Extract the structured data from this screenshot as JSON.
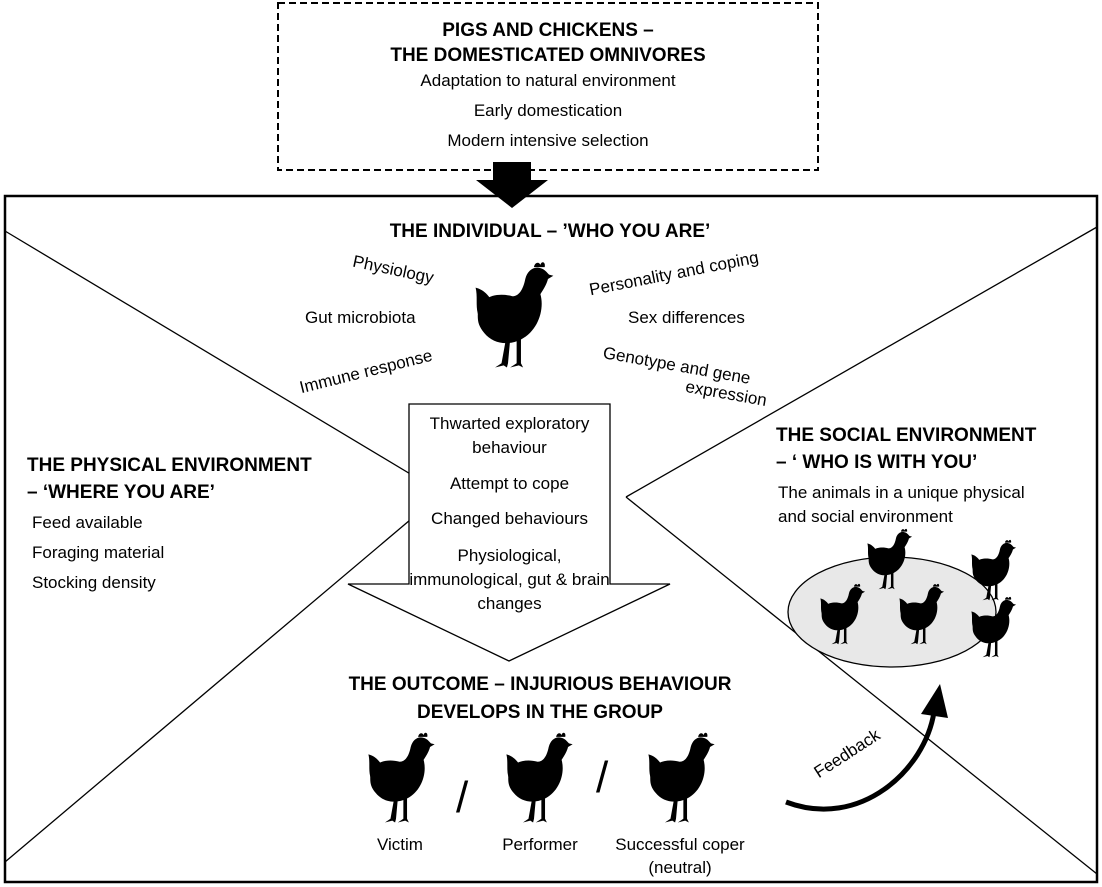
{
  "top_box": {
    "title_line1": "PIGS AND CHICKENS –",
    "title_line2": "THE DOMESTICATED OMNIVORES",
    "items": [
      "Adaptation to natural environment",
      "Early domestication",
      "Modern intensive selection"
    ]
  },
  "individual": {
    "title": "THE INDIVIDUAL – ’WHO YOU ARE’",
    "factors": {
      "physiology": "Physiology",
      "gut_microbiota": "Gut microbiota",
      "immune_response": "Immune response",
      "personality": "Personality and coping",
      "sex_differences": "Sex differences",
      "genotype_line1": "Genotype and gene",
      "genotype_line2": "expression"
    }
  },
  "center_arrow": {
    "items": [
      [
        "Thwarted exploratory",
        "behaviour"
      ],
      [
        "Attempt to cope"
      ],
      [
        "Changed behaviours"
      ],
      [
        "Physiological,",
        "immunological, gut & brain",
        "changes"
      ]
    ]
  },
  "physical": {
    "title_line1": "THE PHYSICAL ENVIRONMENT",
    "title_line2": "– ‘WHERE YOU ARE’",
    "items": [
      "Feed available",
      "Foraging material",
      "Stocking density"
    ]
  },
  "social": {
    "title_line1": "THE SOCIAL ENVIRONMENT",
    "title_line2": "– ‘ WHO IS WITH YOU’",
    "desc_line1": "The animals in a unique physical",
    "desc_line2": "and social environment"
  },
  "outcome": {
    "title_line1": "THE OUTCOME – INJURIOUS BEHAVIOUR",
    "title_line2": "DEVELOPS IN THE GROUP",
    "roles": {
      "victim": "Victim",
      "performer": "Performer",
      "coper_line1": "Successful coper",
      "coper_line2": "(neutral)"
    },
    "separator": "/"
  },
  "feedback": {
    "label": "Feedback"
  },
  "colors": {
    "ink": "#000000",
    "ellipse_fill": "#e8e8e8",
    "background": "#ffffff"
  },
  "icons": {
    "animal": "chicken-silhouette-icon"
  }
}
